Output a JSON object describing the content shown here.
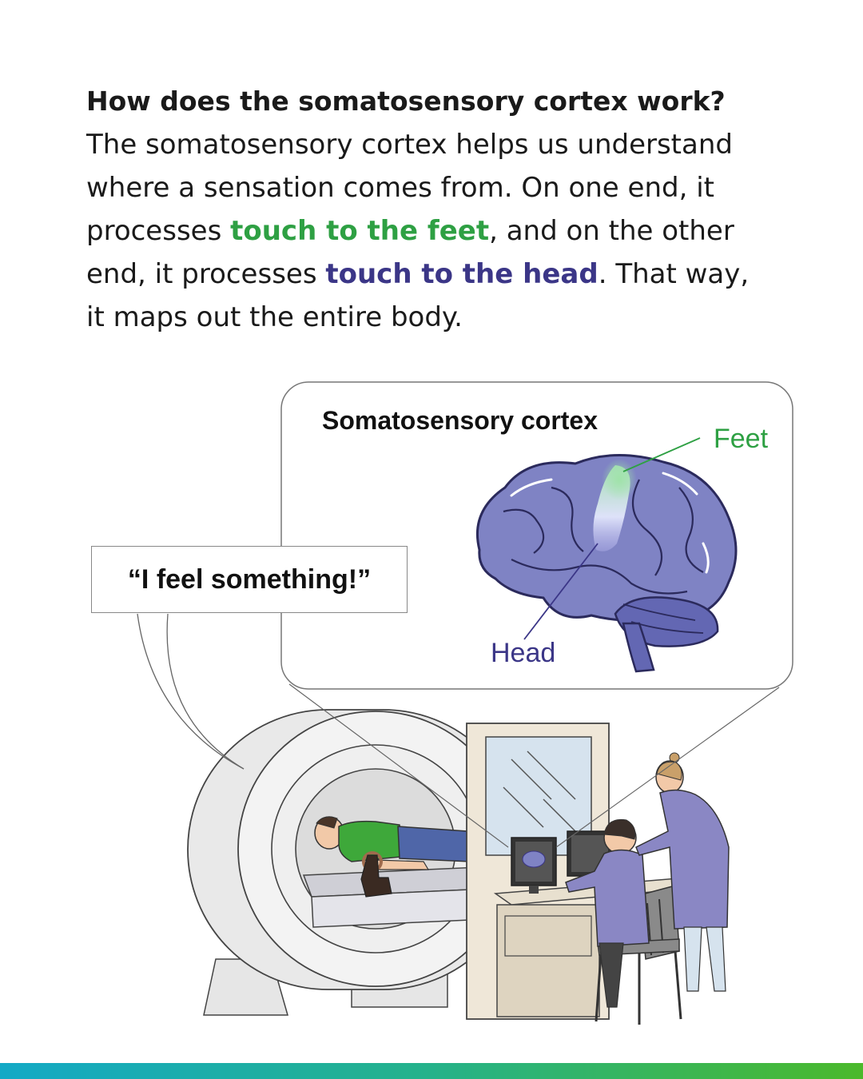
{
  "intro": {
    "question": "How does the somatosensory cortex work?",
    "p1": "The somatosensory cortex helps us understand where a sensation comes from. On one end, it processes ",
    "feet_phrase": "touch to the feet",
    "p2": ", and on the other end, it processes ",
    "head_phrase": "touch to the head",
    "p3": ". That way, it maps out the entire body."
  },
  "callout": {
    "title": "Somatosensory cortex",
    "feet_label": "Feet",
    "head_label": "Head"
  },
  "speech": "“I feel something!”",
  "colors": {
    "feet": "#2ea043",
    "head": "#3b3687",
    "brain": "#7f83c4",
    "shirt": "#3ea83a",
    "lab_coat": "#8a87c4"
  },
  "icons": [
    "brain-icon",
    "mri-scanner-icon",
    "patient-icon",
    "tap-hand-icon",
    "monitor-icon",
    "scientist-icon",
    "chair-icon",
    "window-icon"
  ]
}
